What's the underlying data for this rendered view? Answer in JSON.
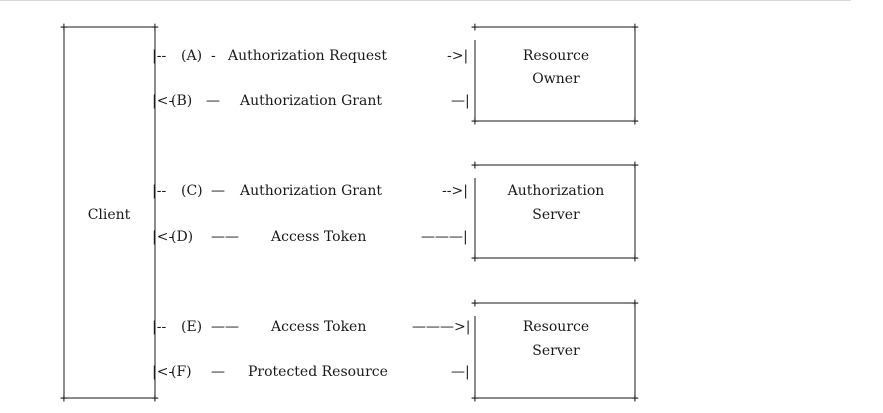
{
  "diagram": {
    "client": {
      "label": "Client"
    },
    "resource_owner": {
      "line1": "Resource",
      "line2": "Owner"
    },
    "authorization_server": {
      "line1": "Authorization",
      "line2": "Server"
    },
    "resource_server": {
      "line1": "Resource",
      "line2": "Server"
    },
    "flows": [
      {
        "step": "(A)",
        "arrow_prefix": "|--",
        "dashes_before": "-",
        "label": "Authorization Request",
        "arrow_suffix": "->|"
      },
      {
        "step": "(B)",
        "arrow_prefix": "|<-",
        "dashes_before": "—",
        "label": "Authorization Grant",
        "arrow_suffix": "—|"
      },
      {
        "step": "(C)",
        "arrow_prefix": "|--",
        "dashes_before": "—",
        "label": "Authorization Grant",
        "arrow_suffix": "-->|"
      },
      {
        "step": "(D)",
        "arrow_prefix": "|<-",
        "dashes_before": "——",
        "label": "Access Token",
        "arrow_suffix": "———|"
      },
      {
        "step": "(E)",
        "arrow_prefix": "|--",
        "dashes_before": "——",
        "label": "Access Token",
        "arrow_suffix": "———>|"
      },
      {
        "step": "(F)",
        "arrow_prefix": "|<-",
        "dashes_before": "—",
        "label": "Protected Resource",
        "arrow_suffix": "—|"
      }
    ]
  }
}
